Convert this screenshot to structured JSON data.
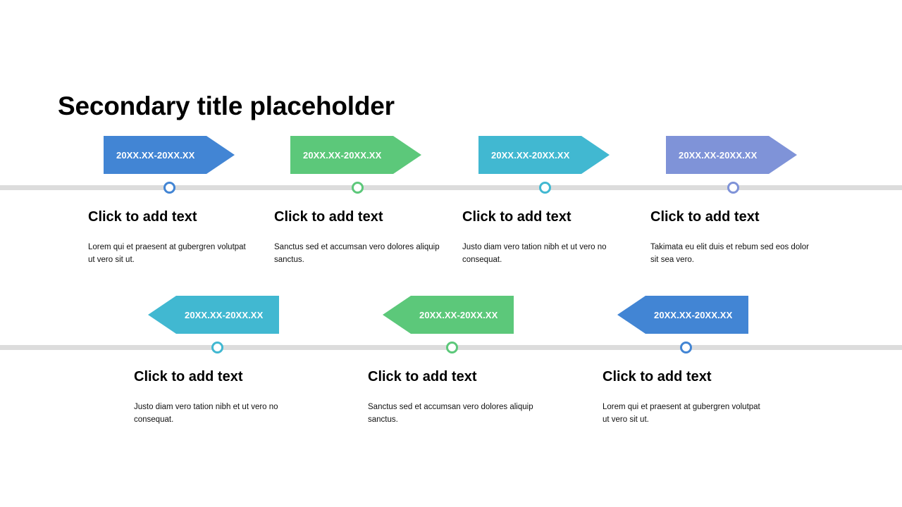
{
  "slide": {
    "title": "Secondary title placeholder",
    "background_color": "#ffffff",
    "rail_color": "#dcdcdc"
  },
  "palette": {
    "blue": "#4285d4",
    "green": "#5cc87a",
    "teal": "#41b8d1",
    "periwinkle": "#7f93d8"
  },
  "rows": [
    {
      "name": "row-1",
      "arrow_direction": "right",
      "items": [
        {
          "date_label": "20XX.XX-20XX.XX",
          "color": "#4285d4",
          "heading": "Click to add text",
          "body": "Lorem qui et praesent at gubergren volutpat ut vero sit ut."
        },
        {
          "date_label": "20XX.XX-20XX.XX",
          "color": "#5cc87a",
          "heading": "Click to add text",
          "body": "Sanctus sed et accumsan vero dolores aliquip sanctus."
        },
        {
          "date_label": "20XX.XX-20XX.XX",
          "color": "#41b8d1",
          "heading": "Click to add text",
          "body": "Justo diam vero tation nibh et ut vero no consequat."
        },
        {
          "date_label": "20XX.XX-20XX.XX",
          "color": "#7f93d8",
          "heading": "Click to add text",
          "body": "Takimata eu elit duis et rebum sed eos dolor sit sea vero."
        }
      ]
    },
    {
      "name": "row-2",
      "arrow_direction": "left",
      "items": [
        {
          "date_label": "20XX.XX-20XX.XX",
          "color": "#41b8d1",
          "heading": "Click to add text",
          "body": "Justo diam vero tation nibh et ut vero no consequat."
        },
        {
          "date_label": "20XX.XX-20XX.XX",
          "color": "#5cc87a",
          "heading": "Click to add text",
          "body": "Sanctus sed et accumsan vero dolores aliquip sanctus."
        },
        {
          "date_label": "20XX.XX-20XX.XX",
          "color": "#4285d4",
          "heading": "Click to add text",
          "body": "Lorem qui et praesent at gubergren volutpat ut vero sit ut."
        }
      ]
    }
  ]
}
